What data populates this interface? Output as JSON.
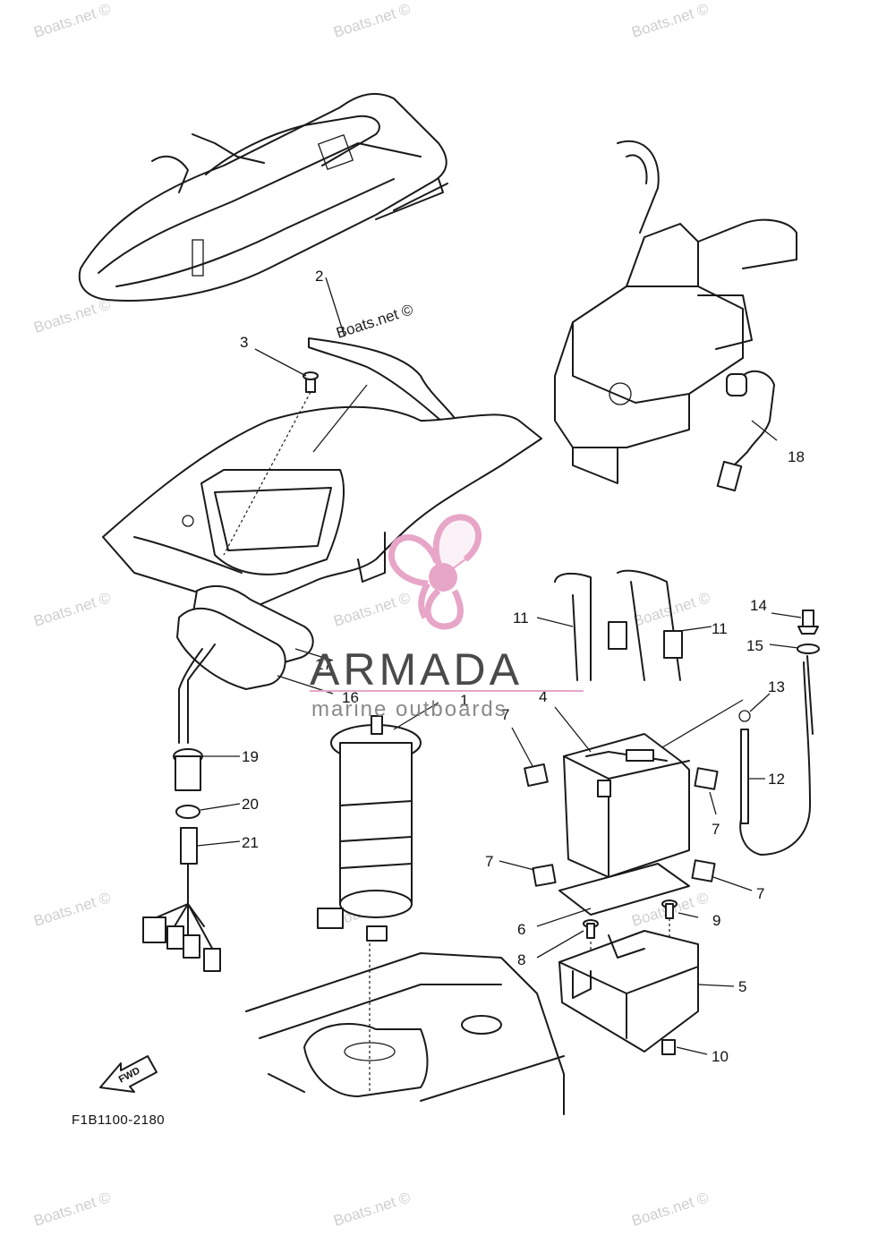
{
  "watermark": {
    "text": "Boats.net ©"
  },
  "brand": {
    "name": "ARMADA",
    "tagline": "marine outboards",
    "color": "#e7a6c8"
  },
  "diagram": {
    "code": "F1B1100-2180",
    "fwd_label": "FWD",
    "callouts": [
      "1",
      "2",
      "3",
      "4",
      "5",
      "6",
      "7",
      "8",
      "9",
      "10",
      "11",
      "12",
      "13",
      "14",
      "15",
      "16",
      "17",
      "18",
      "19",
      "20",
      "21"
    ]
  }
}
